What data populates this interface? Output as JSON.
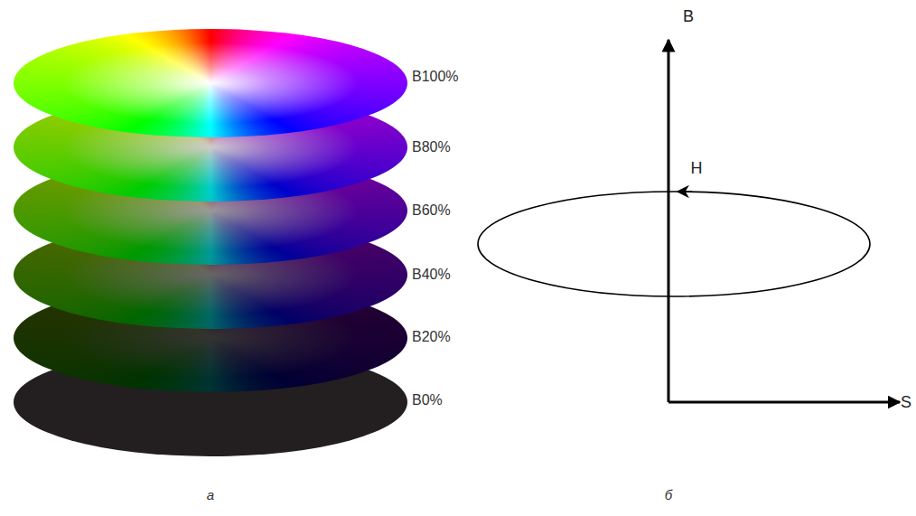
{
  "diagram": {
    "labels": [
      "B100%",
      "B80%",
      "B60%",
      "B40%",
      "B20%",
      "B0%",
      "а",
      "B",
      "H",
      "S",
      "б"
    ]
  }
}
